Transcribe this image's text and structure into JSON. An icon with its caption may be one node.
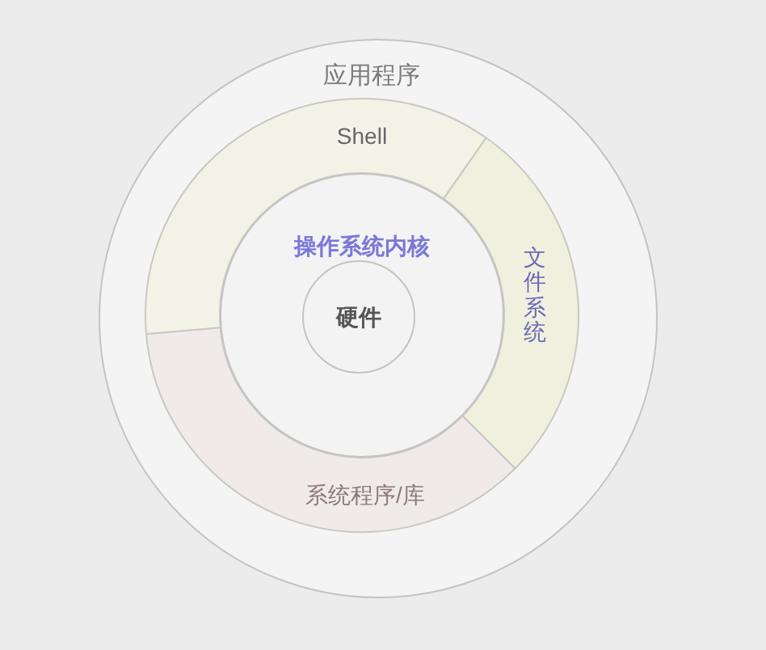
{
  "diagram": {
    "nodes": [
      {
        "text": [
          "应用程序"
        ]
      },
      {
        "text": [
          "Shell"
        ],
        "in": 0
      },
      {
        "text": [
          "文件系统"
        ],
        "in": 0
      },
      {
        "text": [
          "系统程序/库"
        ],
        "in": 0
      },
      {
        "text": [
          "操作系统内核"
        ],
        "in": 0
      },
      {
        "text": [
          "硬件"
        ],
        "in": 4
      }
    ]
  }
}
